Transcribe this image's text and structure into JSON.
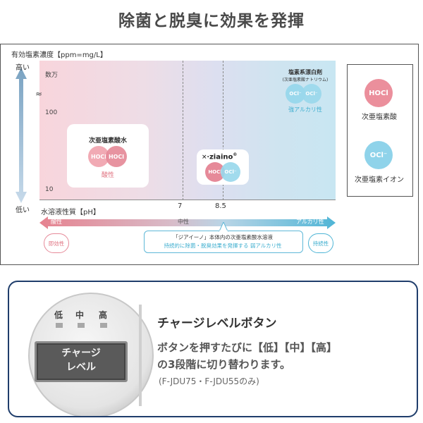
{
  "title": "除菌と脱臭に効果を発揮",
  "y_axis": {
    "label": "有効塩素濃度【ppm=mg/L】",
    "high": "高い",
    "low": "低い",
    "ticks": [
      "数万",
      "≈",
      "100",
      "10"
    ]
  },
  "x_axis": {
    "label": "水溶液性質【pH】",
    "ticks": [
      "7",
      "8.5"
    ]
  },
  "ph_bar": {
    "acidic": "酸性",
    "neutral": "中性",
    "alkaline": "アルカリ性",
    "immediate": "即効性",
    "persistent": "持続性"
  },
  "callout": {
    "line1": "「ジアイーノ」本体内の次亜塩素酸水溶液",
    "line2": "持続的に除菌・脱臭効果を発揮する 弱アルカリ性"
  },
  "acid_box": {
    "title": "次亜塩素酸水",
    "c1": "HOCl",
    "c2": "HOCl",
    "caption": "酸性"
  },
  "ziaino_box": {
    "brand": "ziaino",
    "reg": "®",
    "c1": "HOCl",
    "c2": "OCl⁻"
  },
  "bleach": {
    "title": "塩素系漂白剤",
    "subtitle": "(次亜塩素酸ナトリウム)",
    "c1": "OCl⁻",
    "c2": "OCl⁻",
    "caption": "強アルカリ性"
  },
  "legend": {
    "hocl": "HOCl",
    "hocl_name": "次亜塩素酸",
    "ocl": "OCl⁻",
    "ocl_name": "次亜塩素イオン"
  },
  "device": {
    "low": "低",
    "mid": "中",
    "high": "高",
    "button_line1": "チャージ",
    "button_line2": "レベル"
  },
  "info": {
    "heading": "チャージレベルボタン",
    "line1": "ボタンを押すたびに【低】【中】【高】",
    "line2": "の3段階に切り替わります。",
    "note": "(F-JDU75・F-JDU55のみ)"
  },
  "colors": {
    "acid_pink": "#e68a99",
    "alkali_blue": "#7ccbe4",
    "frame_navy": "#1f3d6b"
  }
}
